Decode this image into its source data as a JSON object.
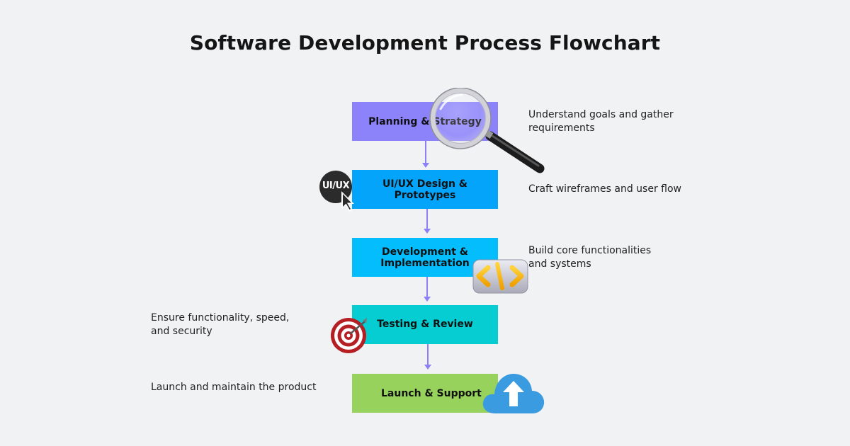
{
  "title": "Software Development Process Flowchart",
  "steps": [
    {
      "label": "Planning & Strategy",
      "description": "Understand goals and gather requirements",
      "color": "#8c83fb",
      "icon": "magnifying-glass-icon"
    },
    {
      "label": "UI/UX Design & Prototypes",
      "description": "Craft wireframes and user flow",
      "color": "#04a4fb",
      "icon": "ui-ux-cursor-icon"
    },
    {
      "label": "Development & Implementation",
      "description": "Build core functionalities and systems",
      "color": "#04bdfc",
      "icon": "code-brackets-icon"
    },
    {
      "label": "Testing & Review",
      "description": "Ensure functionality, speed, and security",
      "color": "#05cdd1",
      "icon": "target-icon"
    },
    {
      "label": "Launch & Support",
      "description": "Launch and maintain the product",
      "color": "#96d25c",
      "icon": "cloud-upload-icon"
    }
  ],
  "badge_text": "UI/UX",
  "arrow_color": "#8b80f5"
}
